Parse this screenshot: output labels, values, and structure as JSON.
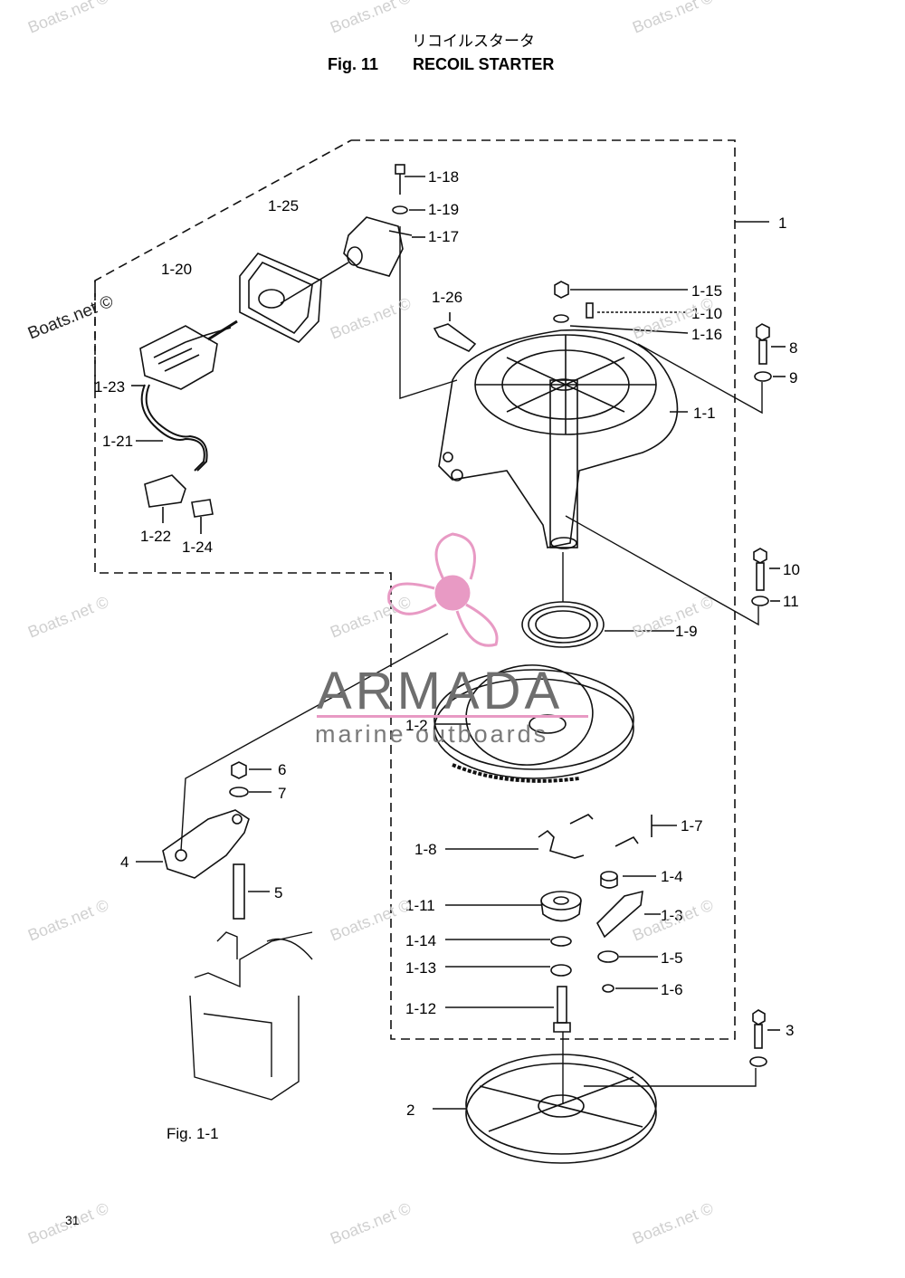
{
  "header": {
    "title_jp": "リコイルスタータ",
    "fig_label": "Fig. 11",
    "fig_title": "RECOIL STARTER"
  },
  "watermark": "Boats.net ©",
  "brand": {
    "name": "ARMADA",
    "subtitle": "marine outboards",
    "accent_color": "#e89ac4"
  },
  "part_labels": [
    "1-18",
    "1-19",
    "1-17",
    "1-25",
    "1-20",
    "1-26",
    "1-15",
    "1-10",
    "1-16",
    "1",
    "8",
    "9",
    "1-1",
    "1-23",
    "1-21",
    "1-22",
    "1-24",
    "10",
    "11",
    "1-9",
    "1-2",
    "6",
    "7",
    "4",
    "5",
    "1-7",
    "1-8",
    "1-4",
    "1-11",
    "1-3",
    "1-14",
    "1-5",
    "1-13",
    "1-6",
    "1-12",
    "3",
    "2"
  ],
  "footer": {
    "fig_reference": "Fig. 1-1",
    "page_number": "31"
  }
}
